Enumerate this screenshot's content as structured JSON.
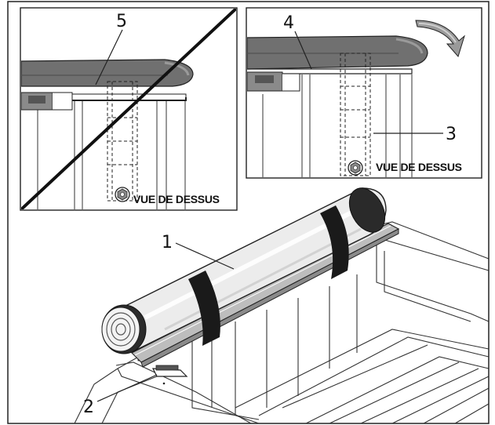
{
  "callouts": {
    "one": "1",
    "two": "2",
    "three": "3",
    "four": "4",
    "five": "5"
  },
  "insets": {
    "left_caption": "VUE DE DESSUS",
    "right_caption": "VUE DE DESSUS"
  },
  "colors": {
    "rail_dark": "#6e6e6e",
    "rail_mid": "#9a9a9a",
    "roll_light": "#e6e6e6",
    "strap": "#1a1a1a",
    "line": "#222222"
  },
  "icons": {
    "rotate_arrow": "curved-arrow-icon",
    "prohibited": "cross-out-slash"
  }
}
